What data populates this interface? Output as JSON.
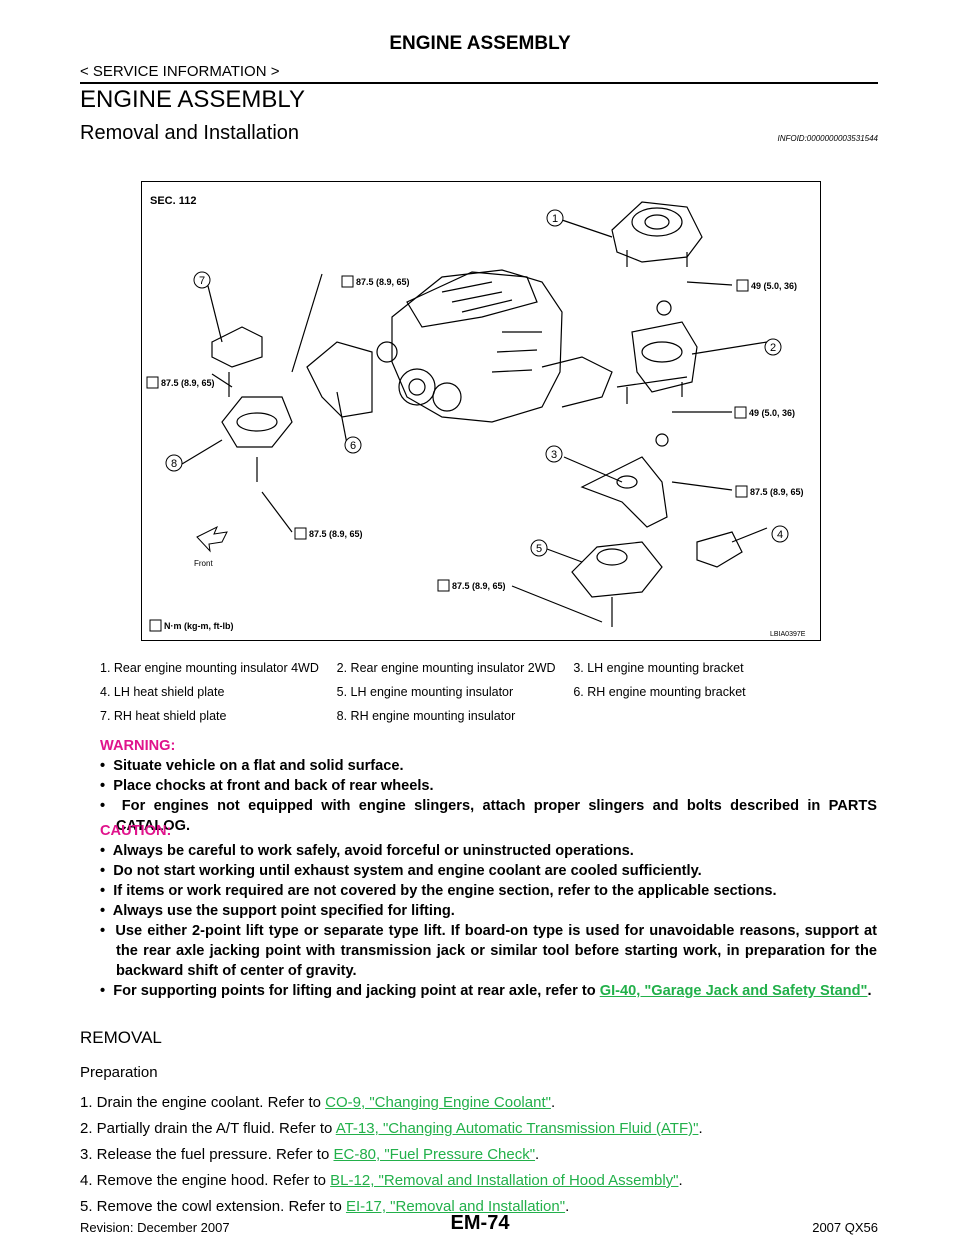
{
  "header": {
    "title": "ENGINE ASSEMBLY",
    "breadcrumb": "< SERVICE INFORMATION >"
  },
  "section_title": "ENGINE ASSEMBLY",
  "subsection": {
    "title": "Removal and Installation",
    "info_id": "INFOID:0000000003531544"
  },
  "figure": {
    "sec": "SEC. 112",
    "torques": {
      "t1": "87.5 (8.9, 65)",
      "t2": "49 (5.0, 36)",
      "t3": "87.5 (8.9, 65)",
      "t4": "49 (5.0, 36)",
      "t5": "87.5 (8.9, 65)",
      "t6": "87.5 (8.9, 65)",
      "t7": "87.5 (8.9, 65)"
    },
    "unit": "N·m (kg-m, ft-lb)",
    "front": "Front",
    "code": "LBIA0397E",
    "callouts": [
      "1",
      "2",
      "3",
      "4",
      "5",
      "6",
      "7",
      "8"
    ]
  },
  "legend": [
    [
      "1.  Rear engine mounting insulator 4WD",
      "2.  Rear engine mounting insulator 2WD",
      "3.  LH engine mounting bracket"
    ],
    [
      "4.  LH heat shield plate",
      "5.  LH engine mounting insulator",
      "6.  RH engine mounting bracket"
    ],
    [
      "7.  RH heat shield plate",
      "8.  RH engine mounting insulator",
      ""
    ]
  ],
  "warning": {
    "heading": "WARNING:",
    "items": [
      "Situate vehicle on a flat and solid surface.",
      "Place chocks at front and back of rear wheels.",
      "For engines not equipped with engine slingers, attach proper slingers and bolts described in PARTS CATALOG."
    ]
  },
  "caution": {
    "heading": "CAUTION:",
    "items": [
      "Always be careful to work safely, avoid forceful or uninstructed operations.",
      "Do not start working until exhaust system and engine coolant are cooled sufficiently.",
      "If items or work required are not covered by the engine section, refer to the applicable sections.",
      "Always use the support point specified for lifting.",
      "Use either 2-point lift type or separate type lift. If board-on type is used for unavoidable reasons, support at the rear axle jacking point with transmission jack or similar tool before starting work, in preparation for the backward shift of center of gravity."
    ],
    "last_prefix": "For supporting points for lifting and jacking point at rear axle, refer to ",
    "last_link": "GI-40, \"Garage Jack and Safety Stand\"",
    "last_suffix": "."
  },
  "removal": {
    "heading": "REMOVAL",
    "prep": "Preparation",
    "steps": [
      {
        "text": "1.  Drain the engine coolant. Refer to ",
        "link": "CO-9, \"Changing Engine Coolant\""
      },
      {
        "text": "2.  Partially drain the A/T fluid. Refer to ",
        "link": "AT-13, \"Changing Automatic Transmission Fluid (ATF)\""
      },
      {
        "text": "3.  Release the fuel pressure. Refer to ",
        "link": "EC-80, \"Fuel Pressure Check\""
      },
      {
        "text": "4.  Remove the engine hood. Refer to ",
        "link": "BL-12, \"Removal and Installation of Hood Assembly\""
      },
      {
        "text": "5.  Remove the cowl extension. Refer to ",
        "link": "EI-17, \"Removal and Installation\""
      }
    ]
  },
  "footer": {
    "revision": "Revision: December 2007",
    "page": "EM-74",
    "model": "2007 QX56"
  }
}
